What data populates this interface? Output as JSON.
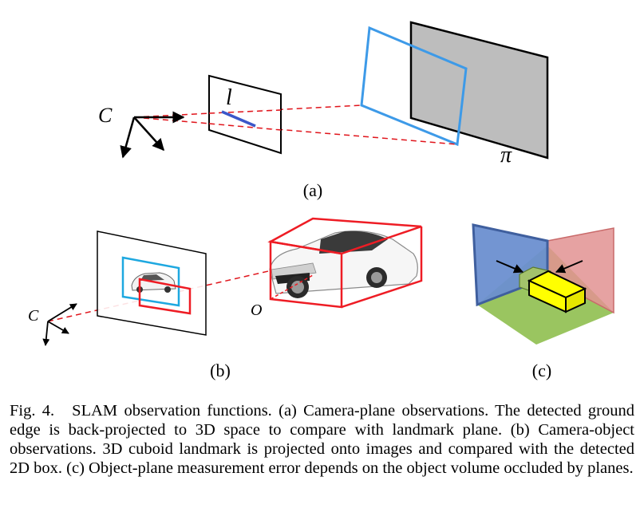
{
  "panel_a": {
    "camera_label": "C",
    "line_label": "l",
    "plane_label": "π",
    "sublabel": "(a)"
  },
  "panel_b": {
    "camera_label": "C",
    "object_label": "O",
    "sublabel": "(b)"
  },
  "panel_c": {
    "sublabel": "(c)"
  },
  "caption": {
    "fig_label": "Fig. 4.",
    "text": "SLAM observation functions. (a) Camera-plane observations. The detected ground edge is back-projected to 3D space to compare with landmark plane. (b) Camera-object observations. 3D cuboid landmark is projected onto images and compared with the detected 2D box. (c) Object-plane measurement error depends on the object volume occluded by planes."
  },
  "colors": {
    "ray": "#e0141b",
    "plane_blue": "#3d9ae8",
    "plane_gray": "#bdbdbd",
    "box_red": "#ee1c24",
    "detect_blue": "#1ea8e0",
    "wall_blue": "#6b8fd0",
    "wall_red": "#e29292",
    "floor_green": "#8fbf4f",
    "cuboid_yellow": "#ffff00"
  },
  "icons": [
    "camera-axes-icon",
    "car-image-icon",
    "arrow-icon"
  ]
}
